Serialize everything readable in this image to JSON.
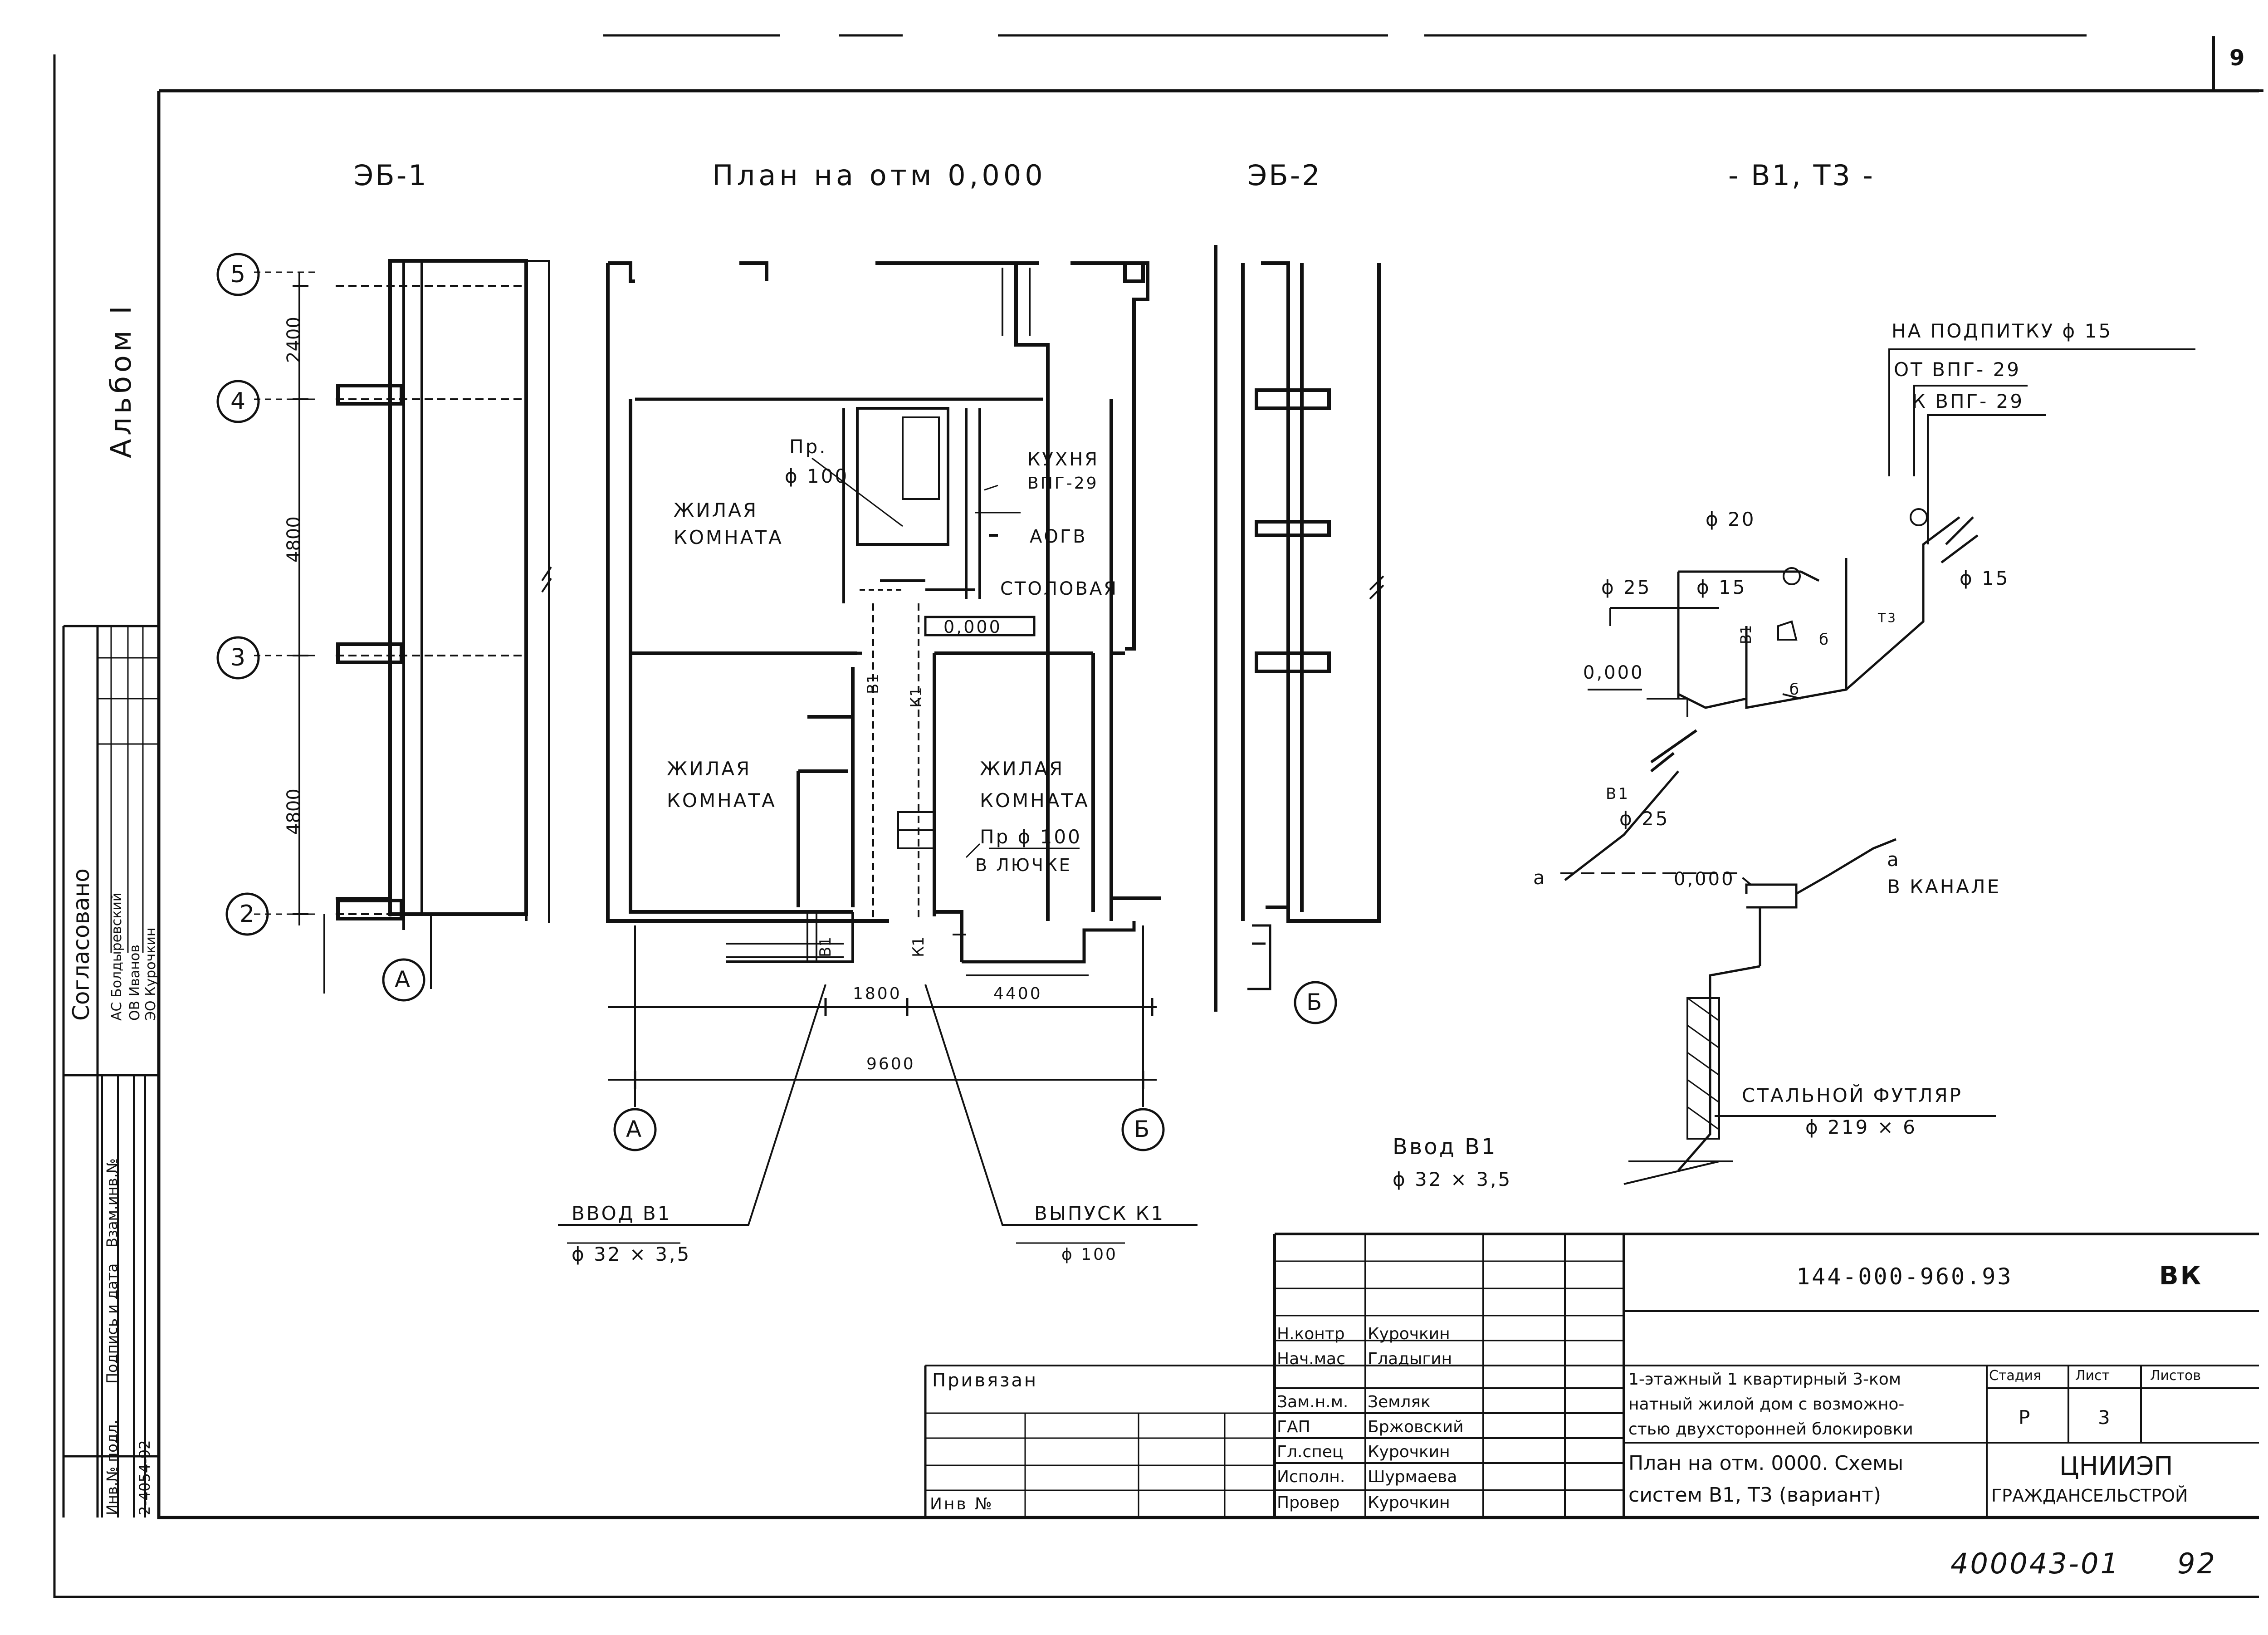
{
  "sheet_number": "9",
  "album": "Альбом I",
  "titles": {
    "eb1": "ЭБ-1",
    "plan": "План на отм 0,000",
    "eb2": "ЭБ-2",
    "systems": "- В1, Т3 -"
  },
  "axes": {
    "ax5": "5",
    "ax4": "4",
    "ax3": "3",
    "ax2": "2",
    "axA": "А",
    "axB": "Б"
  },
  "dimensions": {
    "d2400": "2400",
    "d4800a": "4800",
    "d4800b": "4800",
    "d1800": "1800",
    "d4400": "4400",
    "d9600": "9600"
  },
  "rooms": {
    "living1_l1": "ЖИЛАЯ",
    "living1_l2": "КОМНАТА",
    "living2_l1": "ЖИЛАЯ",
    "living2_l2": "КОМНАТА",
    "living3_l1": "ЖИЛАЯ",
    "living3_l2": "КОМНАТА",
    "kitchen": "КУХНЯ",
    "dining": "СТОЛОВАЯ",
    "vpg": "ВПГ-29",
    "aogv": "АОГВ",
    "level": "0,000",
    "pr_top": "Пр.",
    "pr_top_d": "ϕ 100",
    "pr_hatch": "Пр ϕ 100",
    "pr_hatch2": "В ЛЮЧКЕ",
    "b1_pipe": "В1",
    "k1_pipe": "К1"
  },
  "inputs": {
    "vvod_b1": "ВВОД В1",
    "vvod_b1_d": "ϕ 32 × 3,5",
    "vypusk_k1": "ВЫПУСК К1",
    "vypusk_k1_d": "ϕ 100"
  },
  "scheme": {
    "podpitka": "НА ПОДПИТКУ ϕ 15",
    "ot_vpg": "ОТ ВПГ- 29",
    "k_vpg": "К ВПГ- 29",
    "d20": "ϕ 20",
    "d25a": "ϕ 25",
    "d15a": "ϕ 15",
    "d15b": "ϕ 15",
    "lvl1": "0,000",
    "b1_label": "В1",
    "d25b": "ϕ 25",
    "a_left": "а",
    "a_right": "а",
    "lvl2": "0,000",
    "v_kanale": "В КАНАЛЕ",
    "futlyar": "СТАЛЬНОЙ ФУТЛЯР",
    "futlyar_d": "ϕ 219 × 6",
    "vvod": "Ввод В1",
    "vvod_d": "ϕ 32 × 3,5",
    "b_mark1": "б",
    "b_mark2": "б",
    "b1_mark": "В1",
    "t3_mark": "Т3"
  },
  "stamp": {
    "doc_code": "144-000-960.93",
    "section": "ВК",
    "privyazan": "Привязан",
    "inv": "Инв №",
    "roles": [
      "Н.контр",
      "Нач.мас",
      "Зам.н.м.",
      "ГАП",
      "Гл.спец",
      "Исполн.",
      "Провер"
    ],
    "names": [
      "Курочкин",
      "Гладыгин",
      "Земляк",
      "Бржовский",
      "Курочкин",
      "Шурмаева",
      "Курочкин"
    ],
    "project_l1": "1-этажный 1 квартирный 3-ком",
    "project_l2": "натный жилой дом с возможно-",
    "project_l3": "стью двухсторонней блокировки",
    "sheet_title_l1": "План на отм. 0000. Схемы",
    "sheet_title_l2": "систем В1, Т3 (вариант)",
    "stage_h": "Стадия",
    "list_h": "Лист",
    "lists_h": "Листов",
    "stage": "Р",
    "list": "3",
    "org1": "ЦНИИЭП",
    "org2": "ГРАЖДАНСЕЛЬСТРОЙ"
  },
  "side_stamp": {
    "soglasovano": "Согласовано",
    "rows": [
      "АС  Болдыревский",
      "ОВ  Иванов",
      "ЭО  Курочкин"
    ],
    "inv_podl": "Инв.№ подл.",
    "podp": "Подпись и дата",
    "vzam": "Взам.инв.№",
    "inv_num": "2-4054-92"
  },
  "footer": {
    "code": "400043-01",
    "page": "92"
  }
}
